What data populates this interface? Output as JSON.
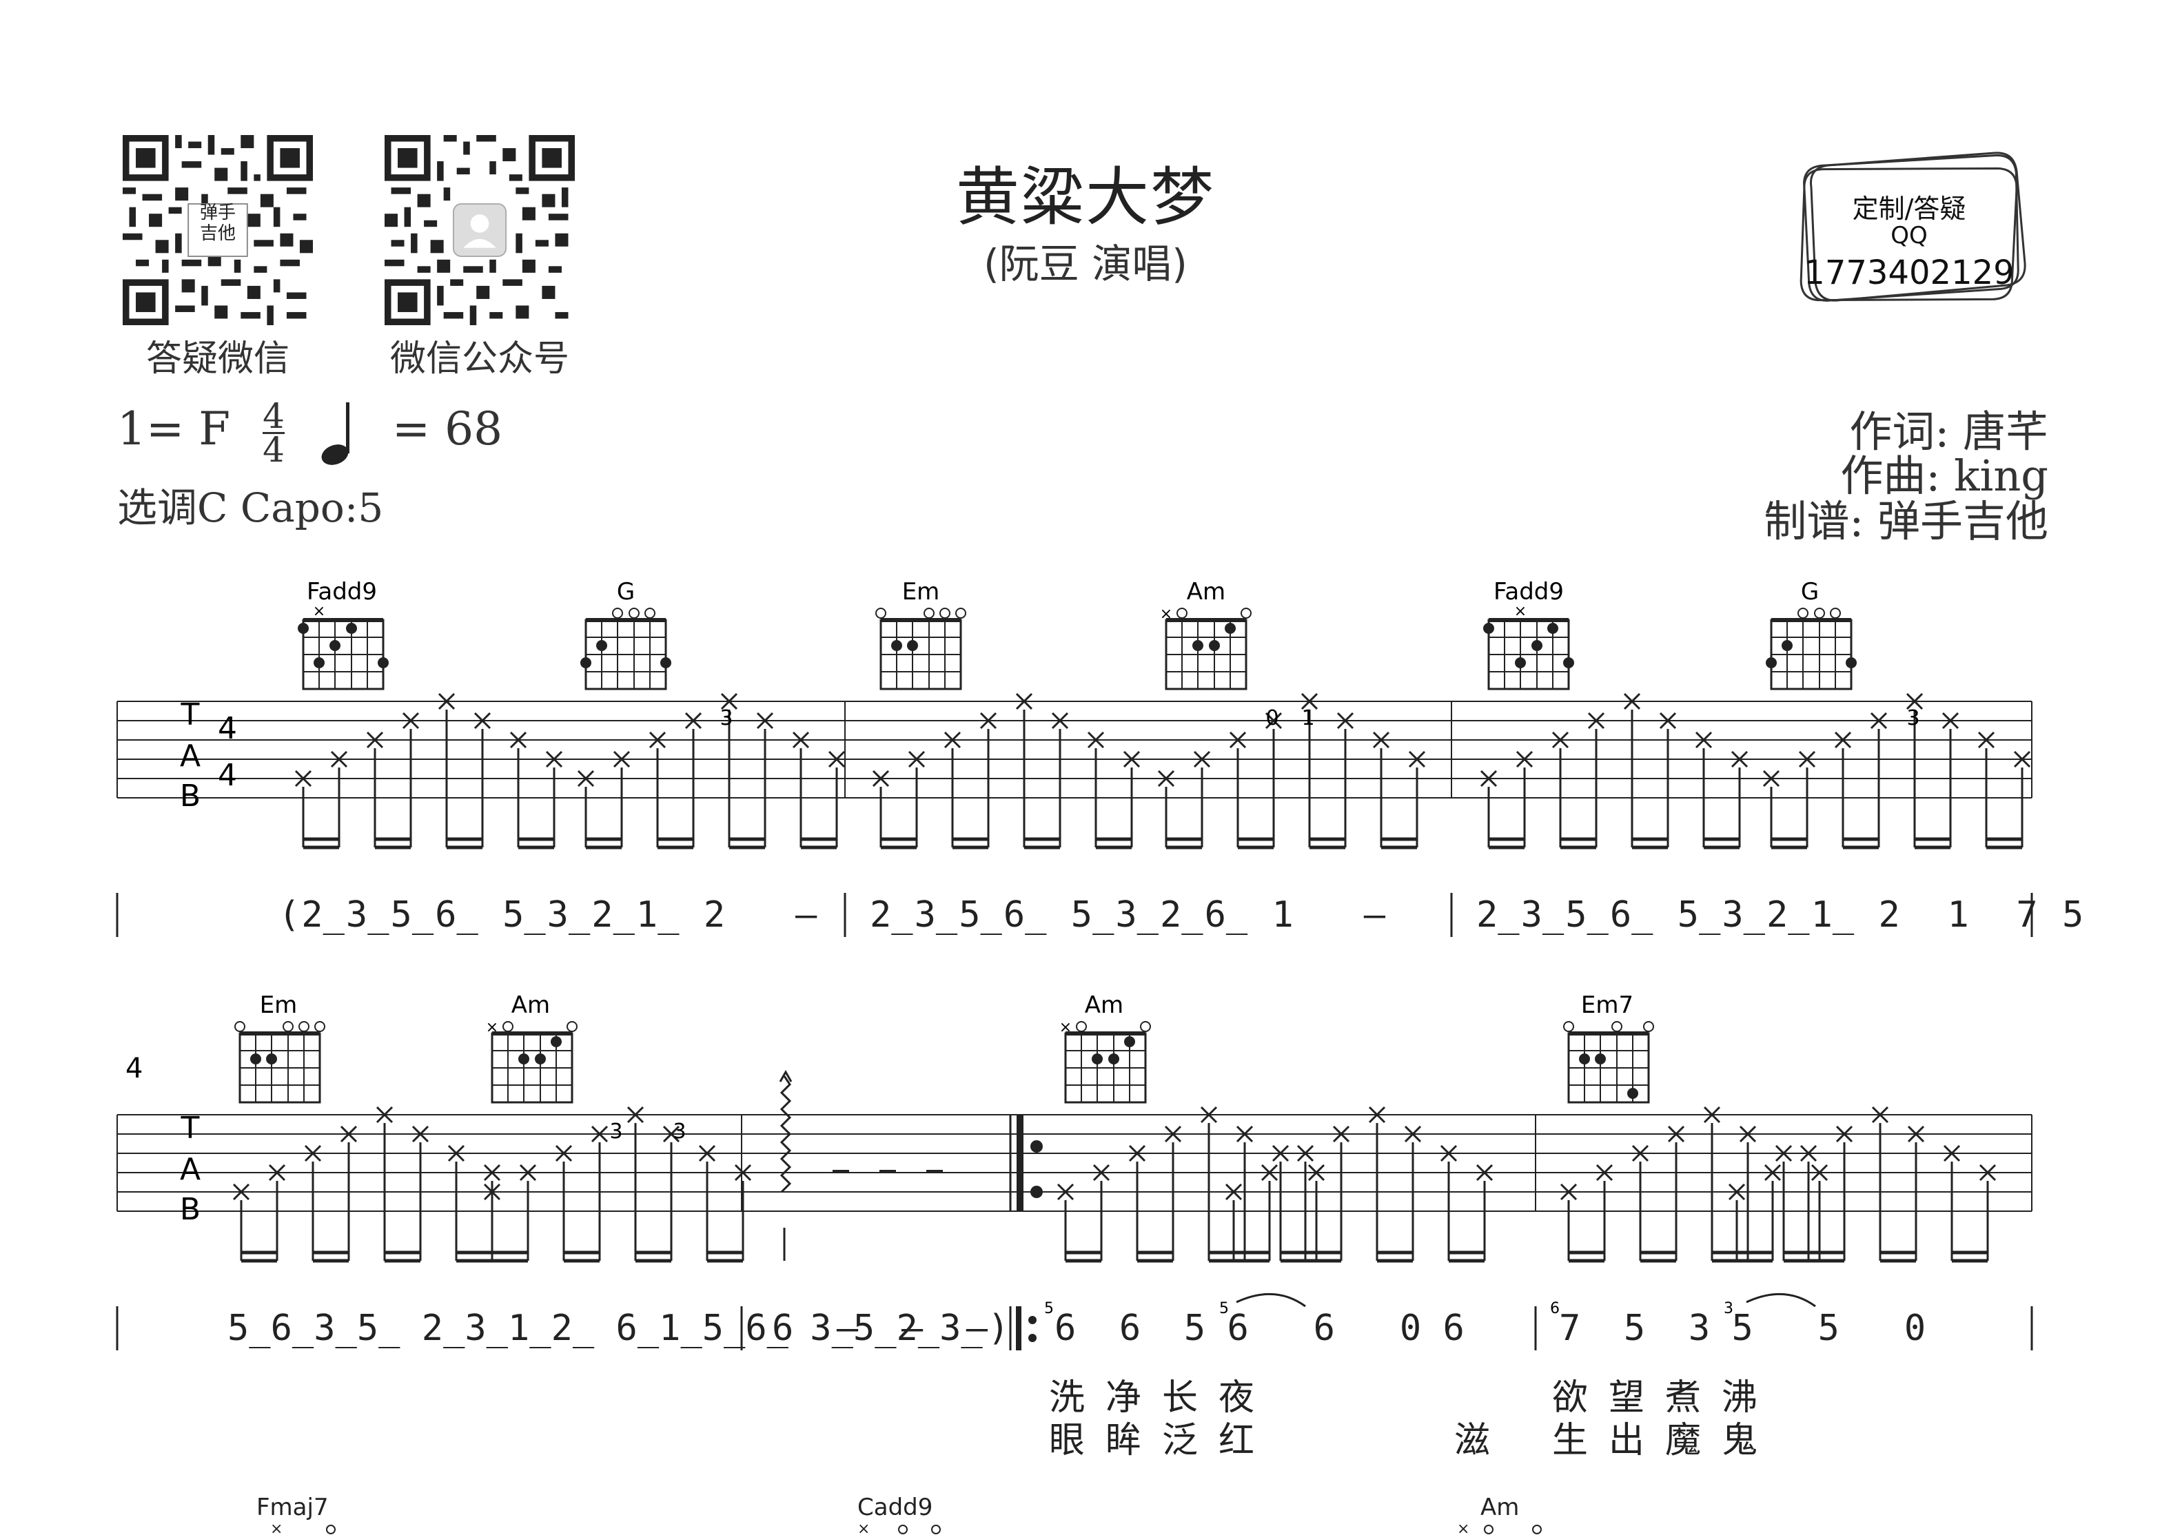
{
  "header": {
    "title": "黄粱大梦",
    "subtitle": "(阮豆 演唱)",
    "qr_codes": [
      {
        "caption": "答疑微信",
        "center_label_line1": "弹手",
        "center_label_line2": "吉他"
      },
      {
        "caption": "微信公众号"
      }
    ],
    "stamp": {
      "line1": "定制/答疑",
      "line2": "QQ",
      "number": "1773402129"
    }
  },
  "meta": {
    "key": "1= F",
    "time_top": "4",
    "time_bottom": "4",
    "tempo": "= 68",
    "capo": "选调C Capo:5",
    "lyricist": "作词: 唐芊",
    "composer": "作曲: king",
    "arranger": "制谱: 弹手吉他"
  },
  "systems": [
    {
      "measure_number": "",
      "chords": [
        {
          "name": "Fadd9"
        },
        {
          "name": "G"
        },
        {
          "name": "Em"
        },
        {
          "name": "Am"
        },
        {
          "name": "Fadd9"
        },
        {
          "name": "G"
        }
      ],
      "tab_labels": [
        "T",
        "A",
        "B"
      ],
      "time_sig": [
        "4",
        "4"
      ],
      "tab_numbers": [
        "3",
        "0",
        "1",
        "3"
      ],
      "jianpu_measures": [
        "(2̲3̲5̲6̲ 5̲3̲2̲1̲ 2   –",
        "2̲3̲5̲6̲ 5̲3̲2̲6̲ 1   –",
        "2̲3̲5̲6̲ 5̲3̲2̲1̲ 2  1  7 5"
      ]
    },
    {
      "measure_number": "4",
      "chords": [
        {
          "name": "Em"
        },
        {
          "name": "Am"
        },
        {
          "name": "Am"
        },
        {
          "name": "Em7"
        }
      ],
      "tab_labels": [
        "T",
        "A",
        "B"
      ],
      "tab_numbers": [
        "3",
        "3"
      ],
      "jianpu_measures": [
        "5̲6̲3̲5̲ 2̲3̲1̲2̲ 6̲1̲5̲6̲ 3̲5̲2̲3̲",
        "6  –  –  –)",
        "6  6  5 6   6   0 6",
        "7  5  3 5   5   0"
      ],
      "grace_notes": [
        "5",
        "5",
        "6",
        "3"
      ],
      "lyrics_line1": [
        "洗净长夜",
        "欲望煮沸"
      ],
      "lyrics_line2": [
        "眼眸泛红",
        "滋",
        "生出魔鬼"
      ]
    },
    {
      "chords": [
        {
          "name": "Fmaj7"
        },
        {
          "name": "Cadd9"
        },
        {
          "name": "Am"
        }
      ]
    }
  ]
}
